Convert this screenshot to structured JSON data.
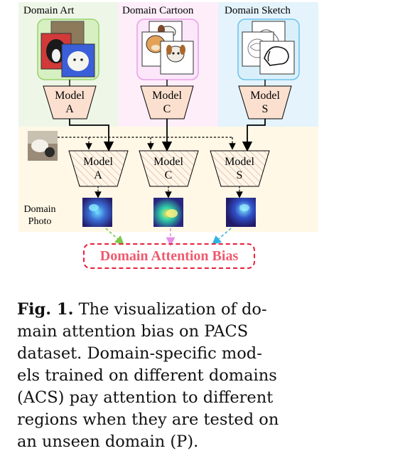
{
  "figure": {
    "domains": [
      {
        "label": "Domain Art",
        "bg": "#eef6e8",
        "border": "#9ad36e"
      },
      {
        "label": "Domain Cartoon",
        "bg": "#fdeefa",
        "border": "#e9a0e8"
      },
      {
        "label": "Domain Sketch",
        "bg": "#e4f3fc",
        "border": "#6fc2ea"
      }
    ],
    "photo_domain_line1": "Domain",
    "photo_domain_line2": "Photo",
    "model_word": "Model",
    "model_letters": [
      "A",
      "C",
      "S"
    ],
    "bias_label": "Domain Attention Bias",
    "colors": {
      "photo_bg": "#fff8e6",
      "model_fill": "#fbe0d0",
      "bias_border": "#e8203a",
      "bias_text": "#ee5a6e",
      "arrow_art": "#7ec850",
      "arrow_cartoon": "#e58fe6",
      "arrow_sketch": "#2fb3e3"
    }
  },
  "caption": {
    "label": "Fig. 1.",
    "line1_rest": " The visualization of do-",
    "line2": "main attention bias on PACS",
    "line3": "dataset. Domain-specific mod-",
    "line4": "els trained on different domains",
    "line5": "(ACS) pay attention to different",
    "line6": "regions when they are tested on",
    "line7": "an unseen domain (P)."
  }
}
